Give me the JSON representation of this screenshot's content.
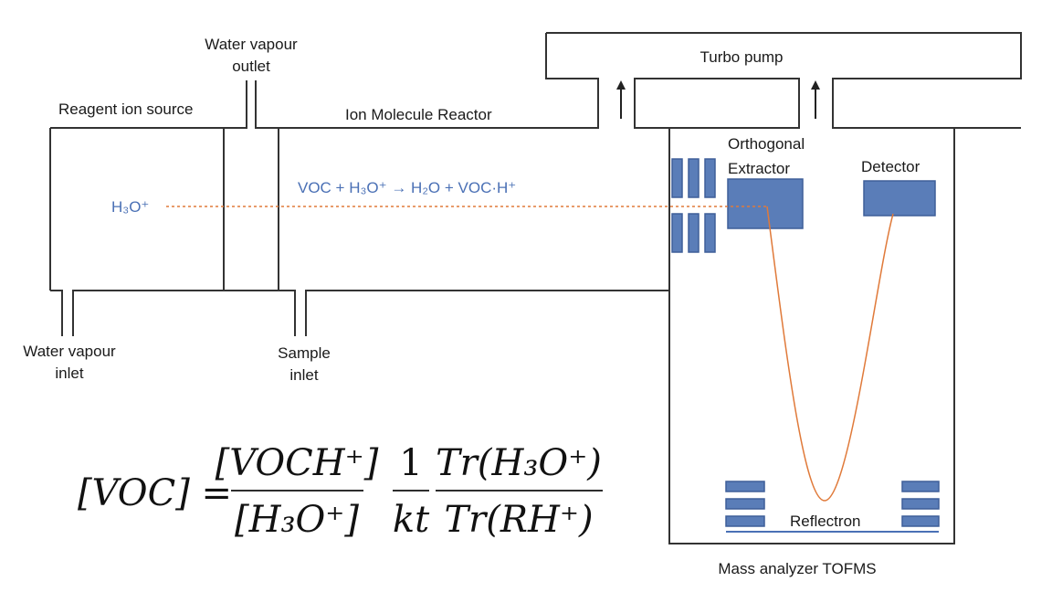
{
  "labels": {
    "water_vapour_outlet_1": "Water vapour",
    "water_vapour_outlet_2": "outlet",
    "reagent_ion_source": "Reagent ion source",
    "ion_molecule_reactor": "Ion Molecule Reactor",
    "turbo_pump": "Turbo pump",
    "orthogonal_1": "Orthogonal",
    "orthogonal_2": "Extractor",
    "detector": "Detector",
    "reaction_equation": "VOC + H₃O⁺ → H₂O + VOC·H⁺",
    "h3o_ion": "H₃O⁺",
    "water_vapour_inlet_1": "Water vapour",
    "water_vapour_inlet_2": "inlet",
    "sample_inlet_1": "Sample",
    "sample_inlet_2": "inlet",
    "reflectron": "Reflectron",
    "mass_analyzer": "Mass analyzer TOFMS"
  },
  "formula": {
    "lhs": "[VOC] =",
    "frac1_num": "[VOCH⁺]",
    "frac1_den": "[H₃O⁺]",
    "frac2_num": "1",
    "frac2_den": "kt",
    "frac3_num": "Tr(H₃O⁺)",
    "frac3_den": "Tr(RH⁺)"
  },
  "colors": {
    "ion_text": "#4a70b5",
    "plates": "#5a7db8",
    "ion_path": "#e07a3a"
  }
}
